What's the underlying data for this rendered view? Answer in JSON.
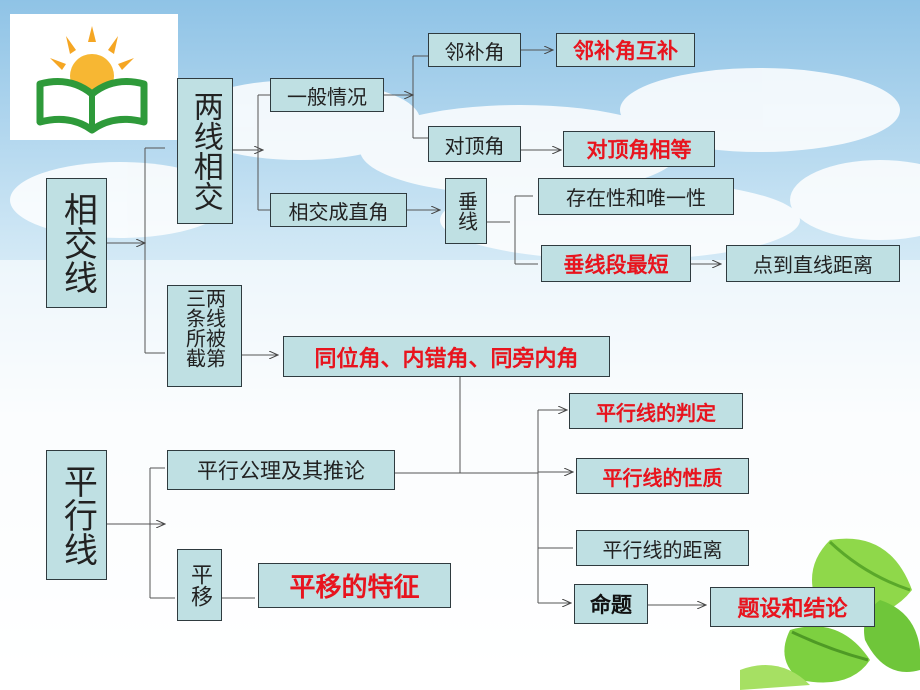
{
  "colors": {
    "box_fill": "#bfe0e3",
    "box_border": "#2f3b3f",
    "highlight_text": "#e8141e",
    "sky": "#a9d4ee",
    "leaf": "#7ccd3c"
  },
  "icons": {
    "logo": "sun-book-logo",
    "decoration": "green-leaves"
  },
  "diagram": {
    "root1": "相交线",
    "root2": "平行线",
    "two_lines_intersect": "两线相交",
    "three_lines_cut": "两线被第三条所截",
    "general_case": "一般情况",
    "adjacent_supplementary": "邻补角",
    "adjacent_supplementary_rule": "邻补角互补",
    "vertical_angles": "对顶角",
    "vertical_angles_rule": "对顶角相等",
    "right_angle_intersection": "相交成直角",
    "perpendicular": "垂线",
    "existence_uniqueness": "存在性和唯一性",
    "shortest_segment": "垂线段最短",
    "point_line_distance": "点到直线距离",
    "angle_types": "同位角、内错角、同旁内角",
    "parallel_axiom": "平行公理及其推论",
    "parallel_judgement": "平行线的判定",
    "parallel_property": "平行线的性质",
    "parallel_distance": "平行线的距离",
    "proposition": "命题",
    "proposition_parts": "题设和结论",
    "translation": "平移",
    "translation_feature": "平移的特征"
  }
}
